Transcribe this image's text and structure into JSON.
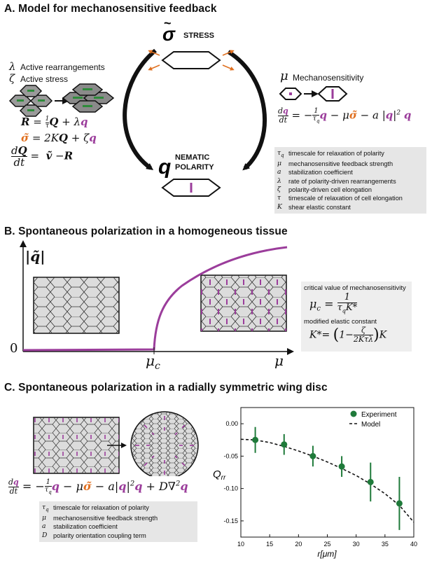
{
  "panel_a": {
    "title": "A. Model for mechanosensitive feedback",
    "stress_label": "STRESS",
    "nematic_label_1": "NEMATIC",
    "nematic_label_2": "POLARITY",
    "left_text_1": "Active rearrangements",
    "left_text_2": "Active stress",
    "mechano_label": "Mechanosensitivity",
    "eq_R": "R = (1/τ)Q + λq",
    "eq_sigma": "σ̃ = 2KQ + ζq",
    "eq_dQ": "dQ/dt = ṽ − R",
    "eq_dq": "dq/dt = −(1/τq)q − μσ̃ − a|q|²q",
    "glossary": [
      {
        "sym": "τq",
        "desc": "timescale for relaxation of polarity"
      },
      {
        "sym": "μ",
        "desc": "mechanosensitive feedback strength"
      },
      {
        "sym": "a",
        "desc": "stabilization coefficient"
      },
      {
        "sym": "λ",
        "desc": "rate of polarity-driven rearrangements"
      },
      {
        "sym": "ζ",
        "desc": "polarity-driven cell elongation"
      },
      {
        "sym": "τ",
        "desc": "timescale of relaxation of cell elongation"
      },
      {
        "sym": "K",
        "desc": "shear elastic constant"
      }
    ]
  },
  "panel_b": {
    "title": "B. Spontaneous polarization in a homogeneous tissue",
    "y_axis": "|q̃|",
    "zero": "0",
    "mu_c": "μc",
    "mu": "μ",
    "critical_label": "critical value of mechanosensitivity",
    "modified_label": "modified elastic constant"
  },
  "panel_c": {
    "title": "C. Spontaneous polarization in a radially symmetric wing disc",
    "eq": "dq/dt = −(1/τq)q − μσ̃ − a|q|²q + D∇²q",
    "glossary": [
      {
        "sym": "τq",
        "desc": "timescale for relaxation of polarity"
      },
      {
        "sym": "μ",
        "desc": "mechanosensitive feedback strength"
      },
      {
        "sym": "a",
        "desc": "stabilization coefficient"
      },
      {
        "sym": "D",
        "desc": "polarity orientation coupling term"
      }
    ]
  },
  "chart_data": {
    "type": "scatter",
    "xlabel": "r[μm]",
    "ylabel": "Qrr",
    "xlim": [
      10,
      40
    ],
    "ylim": [
      -0.175,
      0.025
    ],
    "x_ticks": [
      10,
      15,
      20,
      25,
      30,
      35,
      40
    ],
    "y_ticks": [
      0.0,
      -0.05,
      -0.1,
      -0.15
    ],
    "y_tick_labels": [
      "0.00",
      "-0.05",
      "-0.10",
      "-0.15"
    ],
    "legend": [
      "Experiment",
      "Model"
    ],
    "legend_position": "top-right",
    "series": [
      {
        "name": "Experiment",
        "x": [
          12.5,
          17.5,
          22.5,
          27.5,
          32.5,
          37.5
        ],
        "y": [
          -0.025,
          -0.032,
          -0.05,
          -0.066,
          -0.09,
          -0.123
        ],
        "err": [
          0.02,
          0.016,
          0.016,
          0.016,
          0.03,
          0.041
        ]
      },
      {
        "name": "Model",
        "x": [
          10,
          12.5,
          15,
          17.5,
          20,
          22.5,
          25,
          27.5,
          30,
          32.5,
          35,
          37.5,
          40
        ],
        "y": [
          -0.024,
          -0.025,
          -0.029,
          -0.035,
          -0.042,
          -0.05,
          -0.059,
          -0.069,
          -0.08,
          -0.093,
          -0.108,
          -0.126,
          -0.152
        ]
      }
    ],
    "colors": {
      "experiment": "#1f7a3a",
      "model": "#111111"
    }
  }
}
